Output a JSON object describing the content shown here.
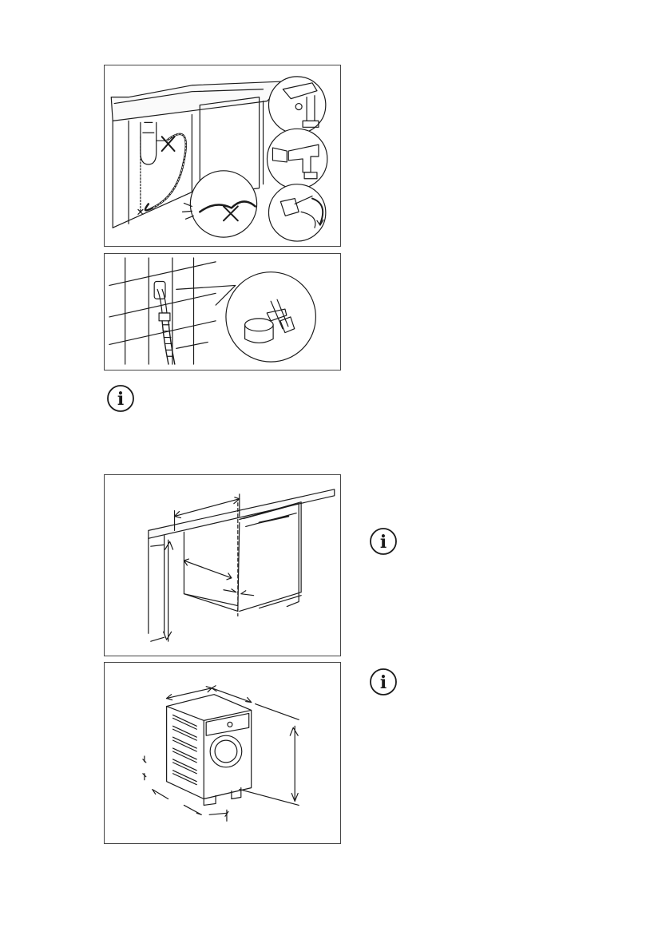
{
  "page": {
    "background": "#ffffff",
    "line_color": "#1a1a1a"
  },
  "illustrations": [
    {
      "id": "drain-hose-sink-siphon",
      "icon": "drain-siphon-illustration"
    },
    {
      "id": "drain-hose-standpipe-clamp",
      "icon": "standpipe-clamp-illustration"
    },
    {
      "id": "niche-dimensions",
      "icon": "niche-dimensions-illustration"
    },
    {
      "id": "appliance-dimensions",
      "icon": "appliance-dimensions-illustration"
    }
  ],
  "info_icons": [
    {
      "id": "info-note-1",
      "icon": "info-icon",
      "glyph": "i"
    },
    {
      "id": "info-note-2",
      "icon": "info-icon",
      "glyph": "i"
    },
    {
      "id": "info-note-3",
      "icon": "info-icon",
      "glyph": "i"
    }
  ]
}
